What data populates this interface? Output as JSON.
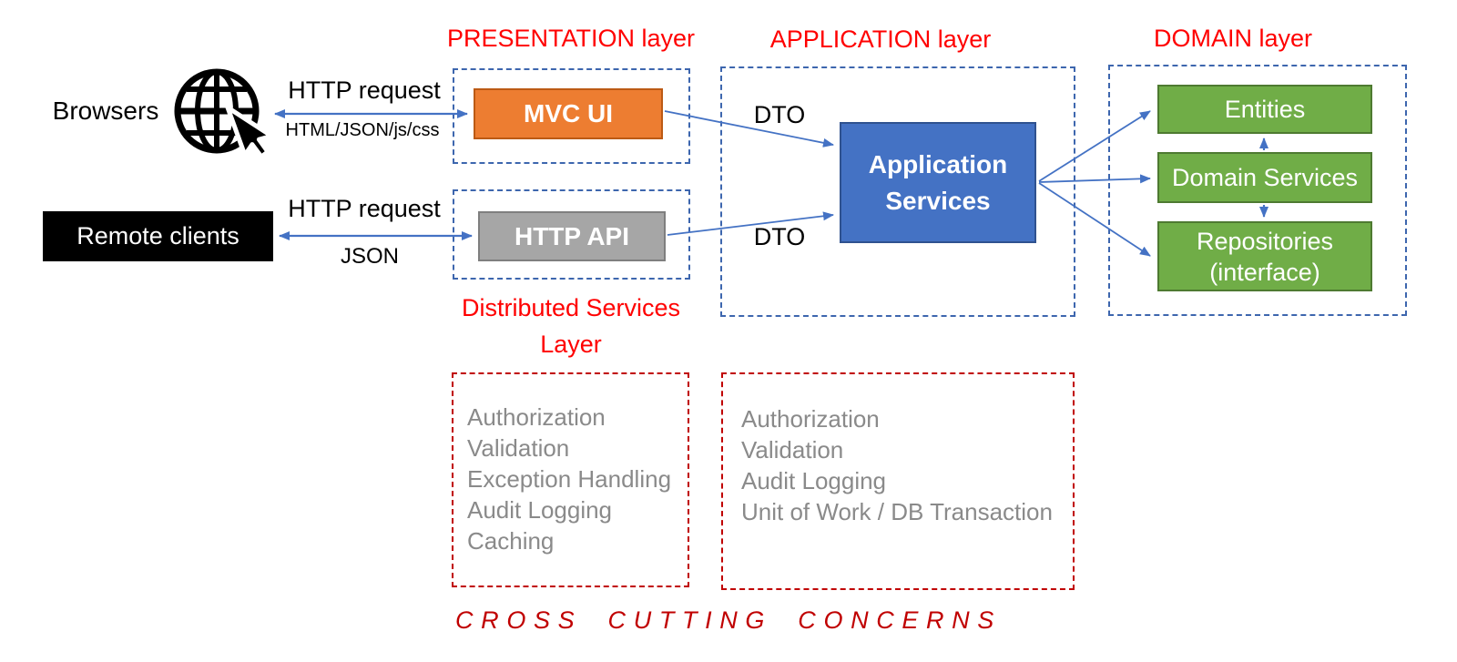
{
  "palette": {
    "title_red": "#FF0000",
    "cross_cutting_red": "#C00000",
    "dashed_blue": "#3D66AE",
    "arrow_blue": "#4472C4",
    "orange_fill": "#ED7D31",
    "orange_border": "#BC5A14",
    "gray_fill": "#A6A6A6",
    "gray_border": "#7F7F7F",
    "blue_fill": "#4472C4",
    "blue_border": "#2F528F",
    "green_fill": "#70AD47",
    "green_border": "#4E7A31",
    "list_gray": "#8A8A8A",
    "black": "#000000",
    "white": "#FFFFFF"
  },
  "actors": {
    "browsers_label": "Browsers",
    "remote_clients_label": "Remote clients"
  },
  "connections": {
    "browser_http_label": "HTTP request",
    "browser_payload_label": "HTML/JSON/js/css",
    "remote_http_label": "HTTP request",
    "remote_payload_label": "JSON",
    "dto_top_label": "DTO",
    "dto_bottom_label": "DTO"
  },
  "layers": {
    "presentation": {
      "title": "PRESENTATION layer",
      "mvc_ui_label": "MVC UI"
    },
    "distributed": {
      "title": "Distributed Services\nLayer",
      "http_api_label": "HTTP API"
    },
    "application": {
      "title": "APPLICATION layer",
      "application_services_label": "Application\nServices"
    },
    "domain": {
      "title": "DOMAIN layer",
      "entities_label": "Entities",
      "domain_services_label": "Domain Services",
      "repositories_label": "Repositories\n(interface)"
    }
  },
  "cross_cutting": {
    "presentation_concerns": [
      "Authorization",
      "Validation",
      "Exception Handling",
      "Audit Logging",
      "Caching"
    ],
    "application_concerns": [
      "Authorization",
      "Validation",
      "Audit Logging",
      "Unit of Work / DB Transaction"
    ],
    "footer": "CROSS CUTTING CONCERNS"
  }
}
